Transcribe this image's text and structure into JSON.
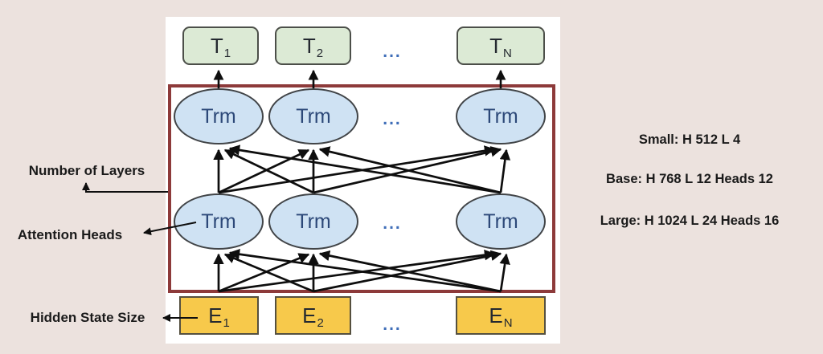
{
  "figure": {
    "description": "Transformer (BERT-style) architecture diagram",
    "left_labels": {
      "number_of_layers": "Number of Layers",
      "attention_heads": "Attention Heads",
      "hidden_state_size": "Hidden State Size"
    },
    "model_specs": {
      "small": "Small: H 512 L 4",
      "base": "Base: H 768 L 12 Heads 12",
      "large": "Large: H 1024 L 24 Heads 16"
    },
    "nodes": {
      "ellipsis": "...",
      "transformer_label": "Trm",
      "outputs": [
        {
          "main": "T",
          "sub": "1"
        },
        {
          "main": "T",
          "sub": "2"
        },
        {
          "main": "T",
          "sub": "N"
        }
      ],
      "inputs": [
        {
          "main": "E",
          "sub": "1"
        },
        {
          "main": "E",
          "sub": "2"
        },
        {
          "main": "E",
          "sub": "N"
        }
      ]
    },
    "colors": {
      "background": "#ece2de",
      "panel": "#ffffff",
      "output_fill": "#dcead5",
      "output_border": "#4c4f49",
      "trm_fill": "#cfe2f3",
      "trm_border": "#414447",
      "input_fill": "#f7c94b",
      "input_border": "#55503f",
      "layer_box_border": "#8d3a3a",
      "arrow": "#0e0e0e",
      "ellipsis_text": "#3e6db8",
      "label_text": "#1a1a1a",
      "trm_text": "#2c4878",
      "io_text": "#242930"
    }
  }
}
